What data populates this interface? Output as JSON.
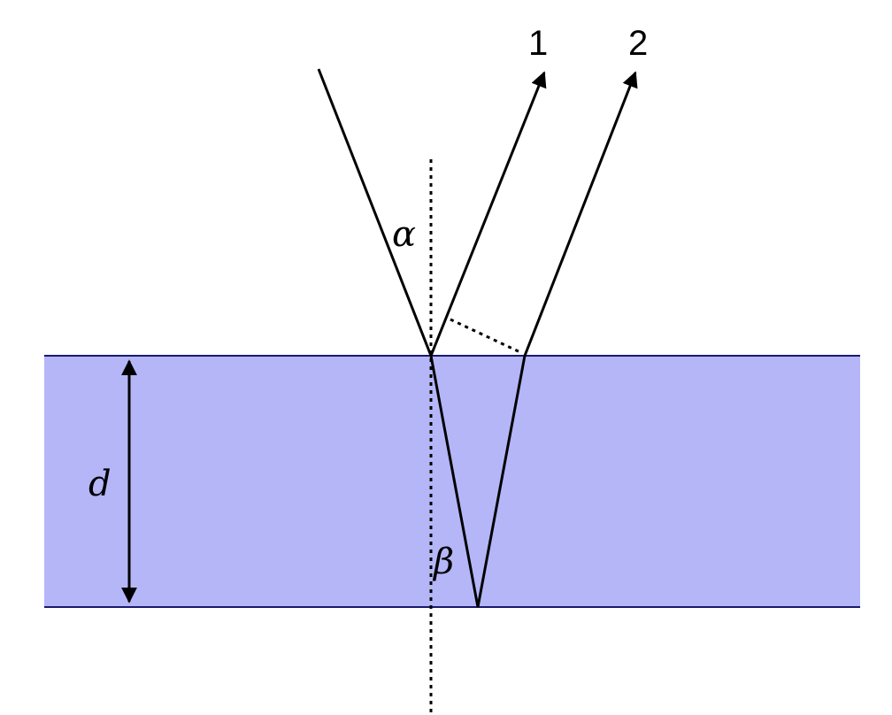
{
  "diagram": {
    "title_labels": {
      "ray1": "1",
      "ray2": "2",
      "incidence_angle": "α",
      "refraction_angle": "β",
      "thickness": "d"
    },
    "colors": {
      "film": "#b4b6f8",
      "film_edge": "#1a1a6e",
      "line": "#000000"
    }
  }
}
